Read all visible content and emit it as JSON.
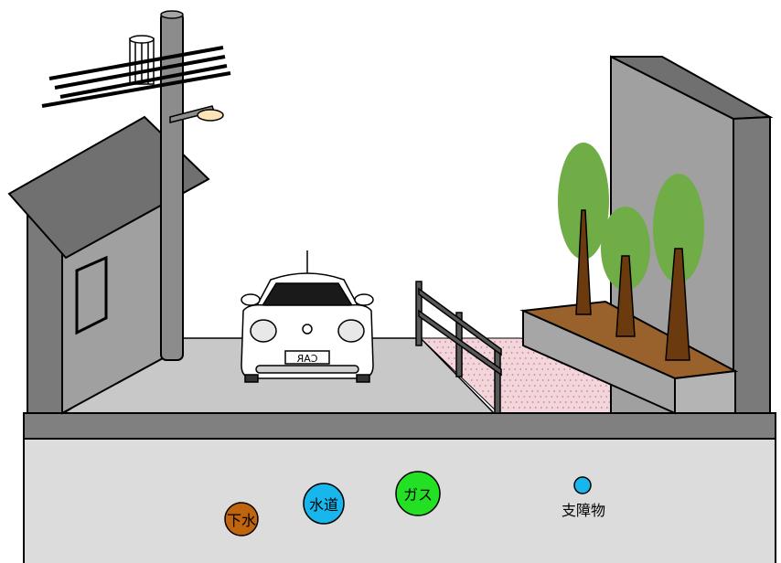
{
  "scene": {
    "colors": {
      "sky": "#ffffff",
      "wall_gray": "#a0a0a0",
      "wall_dark": "#7a7a7a",
      "roof": "#707070",
      "road": "#c8c8c8",
      "curb": "#808080",
      "ground": "#dcdcdc",
      "tree_leaf": "#70ad47",
      "trunk": "#6b3a0f",
      "planter_soil": "#99612c",
      "sidewalk_pink": "#f2d6dc",
      "lamp_light": "#fbe5b6"
    },
    "car": {
      "plate_text": "CAR",
      "color": "#ffffff"
    }
  },
  "utilities": [
    {
      "id": "sewer",
      "label": "下水",
      "color": "#c0650d"
    },
    {
      "id": "water",
      "label": "水道",
      "color": "#17b6ed"
    },
    {
      "id": "gas",
      "label": "ガス",
      "color": "#24e024"
    },
    {
      "id": "obstruction",
      "label": "支障物",
      "color": "#17b6ed"
    }
  ]
}
